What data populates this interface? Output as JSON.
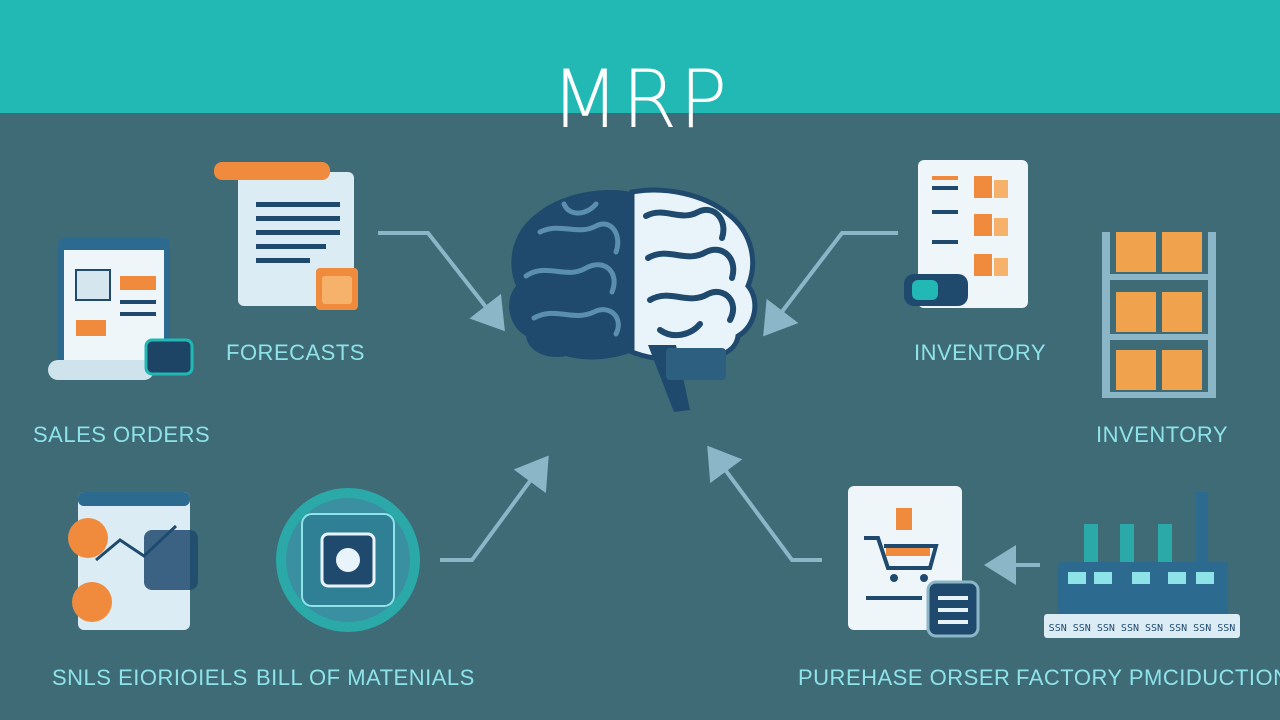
{
  "title": "MRP",
  "labels": {
    "sales_orders": "SALES ORDERS",
    "forecasts": "FORECASTS",
    "inventory_doc": "INVENTORY",
    "inventory_shelf": "INVENTORY",
    "sales_history": "SNLS EIORIOIELS",
    "bill_of_materials": "BILL OF MATENIALS",
    "purchase_order": "PUREHASE ORSER",
    "factory_production": "FACTORY PMCIDUCTION"
  },
  "factory_belt_text": "SSN SSN SSN SSN SSN SSN SSN SSN",
  "colors": {
    "background": "#3e6b76",
    "top_band": "#22b8b4",
    "label": "#8ee3e9",
    "accent_orange": "#f08a3c",
    "card": "#dcecf4",
    "arrow": "#8ab6c8",
    "brain_dark": "#1f4a6e",
    "brain_light": "#e8f4fa"
  }
}
